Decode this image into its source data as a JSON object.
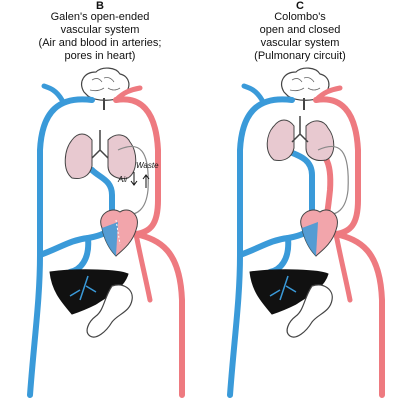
{
  "panels": [
    {
      "letter": "B",
      "title_lines": [
        "Galen's open-ended",
        "vascular system",
        "(Air and blood in arteries;",
        "pores in heart)"
      ],
      "labels": {
        "air": "Air",
        "waste": "Waste"
      }
    },
    {
      "letter": "C",
      "title_lines": [
        "Colombo's",
        "open and closed",
        "vascular system",
        "(Pulmonary circuit)"
      ]
    }
  ],
  "colors": {
    "vein": "#3a9ad9",
    "artery": "#ee7a80",
    "liver": "#111111",
    "lung": "#e8c9d0",
    "gut": "#ffffff",
    "outline": "#333333"
  }
}
